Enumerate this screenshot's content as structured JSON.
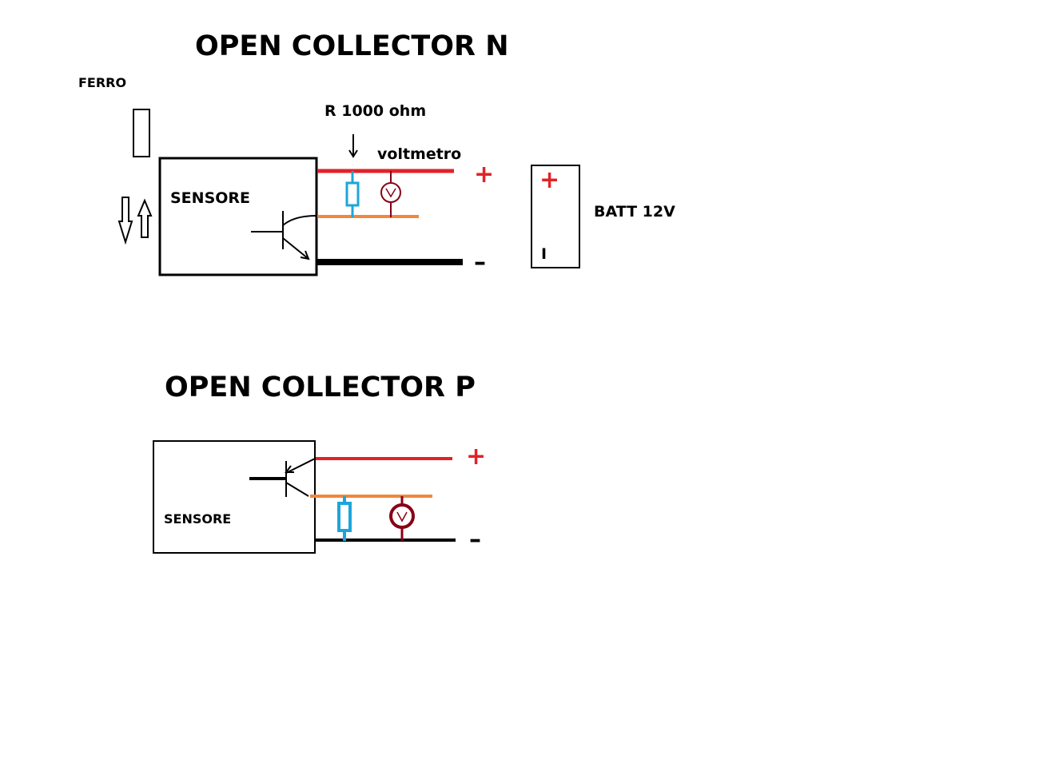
{
  "colors": {
    "positive_wire": "#e02328",
    "output_wire": "#f0883c",
    "negative_wire": "#000000",
    "resistor": "#1ba6db",
    "voltmeter": "#880015",
    "background": "#ffffff"
  },
  "npn": {
    "title": "OPEN COLLECTOR N",
    "ferro_label": "FERRO",
    "resistor_label": "R 1000   ohm",
    "voltmeter_label": "voltmetro",
    "sensor_label": "SENSORE",
    "plus_sign": "+",
    "minus_sign": "–",
    "battery_label": "BATT 12V",
    "battery_plus": "+",
    "battery_minus": "I"
  },
  "pnp": {
    "title": "OPEN COLLECTOR P",
    "sensor_label": "SENSORE",
    "plus_sign": "+",
    "minus_sign": "–"
  }
}
